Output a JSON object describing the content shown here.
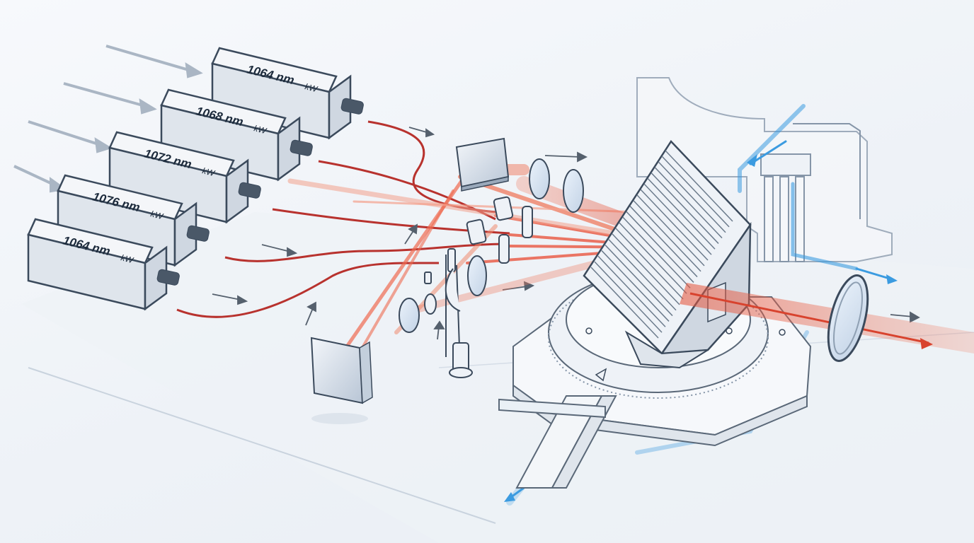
{
  "diagram": {
    "laser_modules": [
      {
        "wavelength": "1064 nm",
        "unit": "kW"
      },
      {
        "wavelength": "1068 nm",
        "unit": "kW"
      },
      {
        "wavelength": "1072 nm",
        "unit": "kW"
      },
      {
        "wavelength": "1076 nm",
        "unit": "kW"
      },
      {
        "wavelength": "1064 nm",
        "unit": "kW"
      }
    ],
    "colors": {
      "beam": "#e8553f",
      "beam_light": "#f3a08c",
      "fiber": "#b8322e",
      "coolant": "#3b9be0",
      "outline": "#3b4a5c",
      "housing_top": "#f4f6f9",
      "housing_side": "#dfe5ec",
      "housing_front": "#cfd7e1"
    }
  }
}
